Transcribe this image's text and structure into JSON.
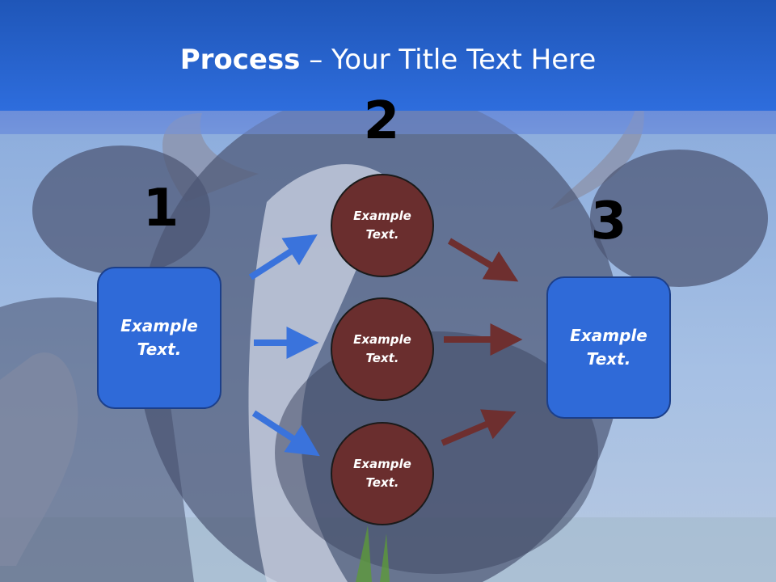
{
  "title": {
    "bold": "Process",
    "rest": " – Your Title Text Here"
  },
  "steps": {
    "n1": "1",
    "n2": "2",
    "n3": "3"
  },
  "boxes": {
    "left": "Example Text.",
    "right": "Example Text."
  },
  "circles": {
    "top": "Example Text.",
    "middle": "Example Text.",
    "bottom": "Example Text."
  },
  "colors": {
    "header_blue": "#2b63cf",
    "box_blue": "#2f6ad8",
    "circle_brown": "#6a2e2e",
    "arrow_blue": "#3a73dc",
    "arrow_brown": "#6e2f2f"
  }
}
